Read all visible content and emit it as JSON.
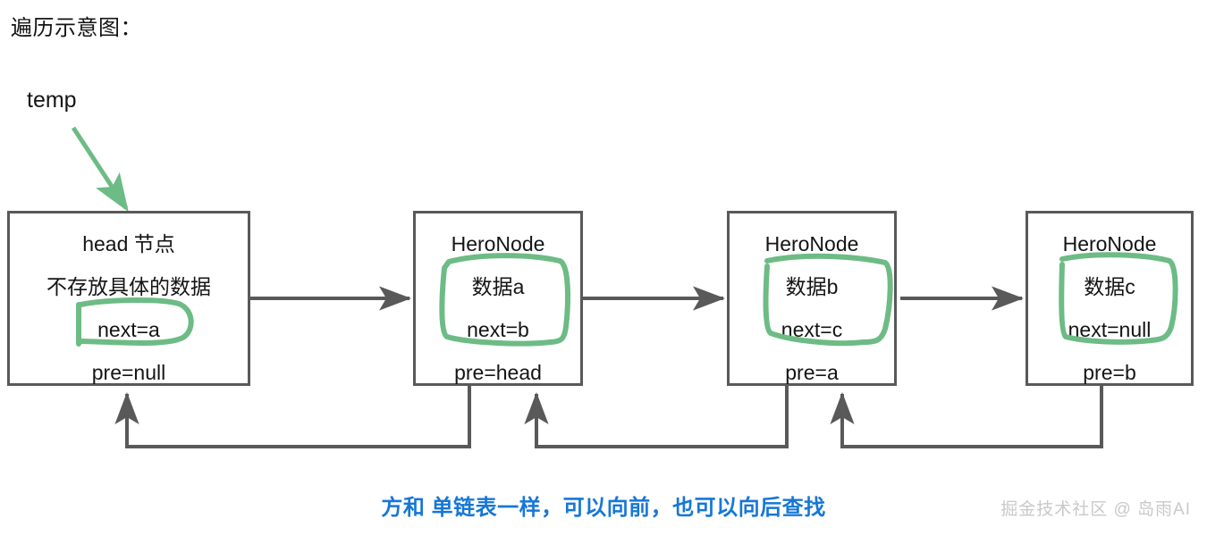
{
  "page": {
    "title": "遍历示意图：",
    "pointer_label": "temp",
    "caption": "方和 单链表一样，可以向前，也可以向后查找",
    "watermark": "掘金技术社区 @ 岛雨AI"
  },
  "colors": {
    "box_border": "#595959",
    "connector": "#595959",
    "highlight_green": "#6dbb85",
    "caption_blue": "#1677d6",
    "watermark_gray": "#c9c9c9",
    "text": "#141414",
    "background": "#ffffff"
  },
  "nodes": [
    {
      "id": "head",
      "title": "head 节点",
      "subtitle": "不存放具体的数据",
      "next": "next=a",
      "pre": "pre=null",
      "highlight": [
        "next"
      ]
    },
    {
      "id": "node-a",
      "title": "HeroNode",
      "subtitle": "数据a",
      "next": "next=b",
      "pre": "pre=head",
      "highlight": [
        "subtitle",
        "next"
      ]
    },
    {
      "id": "node-b",
      "title": "HeroNode",
      "subtitle": "数据b",
      "next": "next=c",
      "pre": "pre=a",
      "highlight": [
        "subtitle",
        "next"
      ]
    },
    {
      "id": "node-c",
      "title": "HeroNode",
      "subtitle": "数据c",
      "next": "next=null",
      "pre": "pre=b",
      "highlight": [
        "subtitle",
        "next"
      ]
    }
  ],
  "connectors": {
    "forward_arrows": 3,
    "back_arrows": 3,
    "pointer_arrow": "temp-to-head"
  }
}
